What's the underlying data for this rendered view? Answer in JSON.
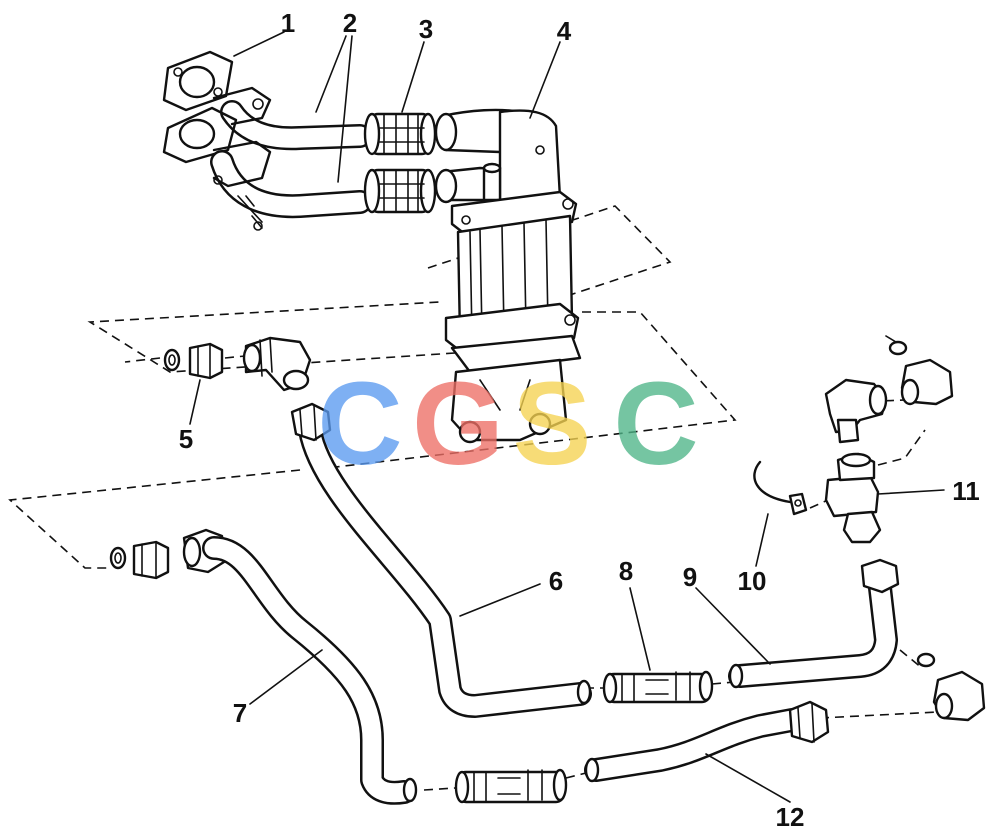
{
  "callouts": [
    {
      "id": "1",
      "label": "1"
    },
    {
      "id": "2",
      "label": "2"
    },
    {
      "id": "3",
      "label": "3"
    },
    {
      "id": "4",
      "label": "4"
    },
    {
      "id": "5",
      "label": "5"
    },
    {
      "id": "6",
      "label": "6"
    },
    {
      "id": "7",
      "label": "7"
    },
    {
      "id": "8",
      "label": "8"
    },
    {
      "id": "9",
      "label": "9"
    },
    {
      "id": "10",
      "label": "10"
    },
    {
      "id": "11",
      "label": "11"
    },
    {
      "id": "12",
      "label": "12"
    }
  ],
  "watermark": {
    "text": [
      "C",
      "G",
      "S",
      "C"
    ],
    "colors": [
      "#5b9bf0",
      "#ee6f66",
      "#f6d352",
      "#4fb589"
    ]
  }
}
